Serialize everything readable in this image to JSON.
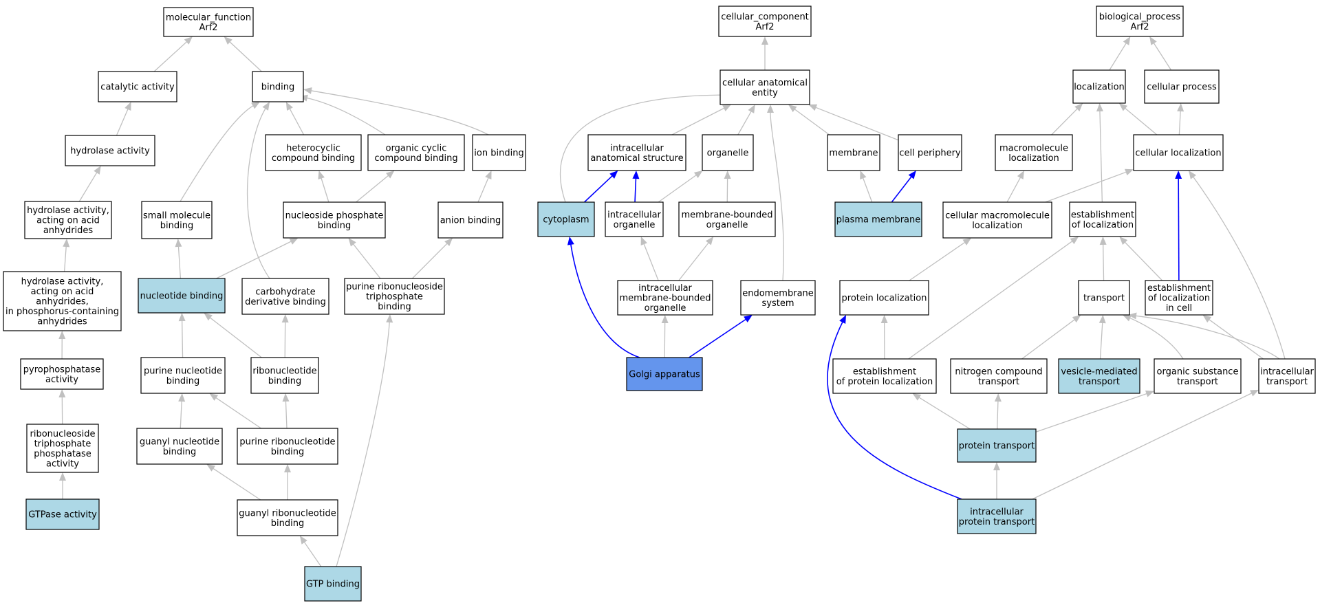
{
  "colors": {
    "plain": "#ffffff",
    "annotated": "#add8e6",
    "focus": "#6495ed",
    "edge": "#c0c0c0",
    "edge_highlight": "#0000ff"
  },
  "nodes": [
    {
      "id": "mf",
      "label": "molecular_function\nArf2",
      "style": "plain"
    },
    {
      "id": "catalytic",
      "label": "catalytic activity",
      "style": "plain"
    },
    {
      "id": "binding",
      "label": "binding",
      "style": "plain"
    },
    {
      "id": "hydrolase",
      "label": "hydrolase activity",
      "style": "plain"
    },
    {
      "id": "hyd_acid",
      "label": "hydrolase activity,\nacting on acid\nanhydrides",
      "style": "plain"
    },
    {
      "id": "hyd_phos",
      "label": "hydrolase activity,\nacting on acid\nanhydrides,\nin phosphorus-containing\nanhydrides",
      "style": "plain"
    },
    {
      "id": "pyro",
      "label": "pyrophosphatase\nactivity",
      "style": "plain"
    },
    {
      "id": "rntp",
      "label": "ribonucleoside\ntriphosphate\nphosphatase\nactivity",
      "style": "plain"
    },
    {
      "id": "gtpase",
      "label": "GTPase activity",
      "style": "annotated"
    },
    {
      "id": "small",
      "label": "small molecule\nbinding",
      "style": "plain"
    },
    {
      "id": "hetero",
      "label": "heterocyclic\ncompound binding",
      "style": "plain"
    },
    {
      "id": "orgcyc",
      "label": "organic cyclic\ncompound binding",
      "style": "plain"
    },
    {
      "id": "ion",
      "label": "ion binding",
      "style": "plain"
    },
    {
      "id": "nucphos",
      "label": "nucleoside phosphate\nbinding",
      "style": "plain"
    },
    {
      "id": "anion",
      "label": "anion binding",
      "style": "plain"
    },
    {
      "id": "nucbind",
      "label": "nucleotide binding",
      "style": "annotated"
    },
    {
      "id": "carb",
      "label": "carbohydrate\nderivative binding",
      "style": "plain"
    },
    {
      "id": "prntp",
      "label": "purine ribonucleoside\ntriphosphate\nbinding",
      "style": "plain"
    },
    {
      "id": "purnuc",
      "label": "purine nucleotide\nbinding",
      "style": "plain"
    },
    {
      "id": "ribonuc",
      "label": "ribonucleotide\nbinding",
      "style": "plain"
    },
    {
      "id": "guanyl",
      "label": "guanyl nucleotide\nbinding",
      "style": "plain"
    },
    {
      "id": "purribo",
      "label": "purine ribonucleotide\nbinding",
      "style": "plain"
    },
    {
      "id": "guanribo",
      "label": "guanyl ribonucleotide\nbinding",
      "style": "plain"
    },
    {
      "id": "gtpb",
      "label": "GTP binding",
      "style": "annotated"
    },
    {
      "id": "cc",
      "label": "cellular_component\nArf2",
      "style": "plain"
    },
    {
      "id": "cae",
      "label": "cellular anatomical\nentity",
      "style": "plain"
    },
    {
      "id": "ias",
      "label": "intracellular\nanatomical structure",
      "style": "plain"
    },
    {
      "id": "organelle",
      "label": "organelle",
      "style": "plain"
    },
    {
      "id": "membrane",
      "label": "membrane",
      "style": "plain"
    },
    {
      "id": "cellper",
      "label": "cell periphery",
      "style": "plain"
    },
    {
      "id": "cytoplasm",
      "label": "cytoplasm",
      "style": "annotated"
    },
    {
      "id": "intorg",
      "label": "intracellular\norganelle",
      "style": "plain"
    },
    {
      "id": "mbo",
      "label": "membrane-bounded\norganelle",
      "style": "plain"
    },
    {
      "id": "pm",
      "label": "plasma membrane",
      "style": "annotated"
    },
    {
      "id": "imbo",
      "label": "intracellular\nmembrane-bounded\norganelle",
      "style": "plain"
    },
    {
      "id": "endo",
      "label": "endomembrane\nsystem",
      "style": "plain"
    },
    {
      "id": "golgi",
      "label": "Golgi apparatus",
      "style": "focus"
    },
    {
      "id": "bp",
      "label": "biological_process\nArf2",
      "style": "plain"
    },
    {
      "id": "loc",
      "label": "localization",
      "style": "plain"
    },
    {
      "id": "cellproc",
      "label": "cellular process",
      "style": "plain"
    },
    {
      "id": "macroloc",
      "label": "macromolecule\nlocalization",
      "style": "plain"
    },
    {
      "id": "cellloc",
      "label": "cellular localization",
      "style": "plain"
    },
    {
      "id": "cmacroloc",
      "label": "cellular macromolecule\nlocalization",
      "style": "plain"
    },
    {
      "id": "estloc",
      "label": "establishment\nof localization",
      "style": "plain"
    },
    {
      "id": "protloc",
      "label": "protein localization",
      "style": "plain"
    },
    {
      "id": "transport",
      "label": "transport",
      "style": "plain"
    },
    {
      "id": "estlocell",
      "label": "establishment\nof localization\nin cell",
      "style": "plain"
    },
    {
      "id": "estprot",
      "label": "establishment\nof protein localization",
      "style": "plain"
    },
    {
      "id": "nitro",
      "label": "nitrogen compound\ntransport",
      "style": "plain"
    },
    {
      "id": "vesicle",
      "label": "vesicle-mediated\ntransport",
      "style": "annotated"
    },
    {
      "id": "orgsub",
      "label": "organic substance\ntransport",
      "style": "plain"
    },
    {
      "id": "inttrans",
      "label": "intracellular\ntransport",
      "style": "plain"
    },
    {
      "id": "prottrans",
      "label": "protein transport",
      "style": "annotated"
    },
    {
      "id": "intprot",
      "label": "intracellular\nprotein transport",
      "style": "annotated"
    }
  ],
  "edges": [
    {
      "from": "catalytic",
      "to": "mf"
    },
    {
      "from": "binding",
      "to": "mf"
    },
    {
      "from": "hydrolase",
      "to": "catalytic"
    },
    {
      "from": "hyd_acid",
      "to": "hydrolase"
    },
    {
      "from": "hyd_phos",
      "to": "hyd_acid"
    },
    {
      "from": "pyro",
      "to": "hyd_phos"
    },
    {
      "from": "rntp",
      "to": "pyro"
    },
    {
      "from": "gtpase",
      "to": "rntp"
    },
    {
      "from": "small",
      "to": "binding"
    },
    {
      "from": "hetero",
      "to": "binding"
    },
    {
      "from": "orgcyc",
      "to": "binding"
    },
    {
      "from": "ion",
      "to": "binding"
    },
    {
      "from": "carb",
      "to": "binding"
    },
    {
      "from": "nucphos",
      "to": "hetero"
    },
    {
      "from": "nucphos",
      "to": "orgcyc"
    },
    {
      "from": "anion",
      "to": "ion"
    },
    {
      "from": "nucbind",
      "to": "small"
    },
    {
      "from": "nucbind",
      "to": "nucphos"
    },
    {
      "from": "prntp",
      "to": "nucphos"
    },
    {
      "from": "prntp",
      "to": "anion"
    },
    {
      "from": "purnuc",
      "to": "nucbind"
    },
    {
      "from": "ribonuc",
      "to": "nucbind"
    },
    {
      "from": "ribonuc",
      "to": "carb"
    },
    {
      "from": "guanyl",
      "to": "purnuc"
    },
    {
      "from": "purribo",
      "to": "purnuc"
    },
    {
      "from": "purribo",
      "to": "ribonuc"
    },
    {
      "from": "guanribo",
      "to": "guanyl"
    },
    {
      "from": "guanribo",
      "to": "purribo"
    },
    {
      "from": "gtpb",
      "to": "guanribo"
    },
    {
      "from": "gtpb",
      "to": "prntp"
    },
    {
      "from": "cae",
      "to": "cc"
    },
    {
      "from": "ias",
      "to": "cae"
    },
    {
      "from": "organelle",
      "to": "cae"
    },
    {
      "from": "membrane",
      "to": "cae"
    },
    {
      "from": "cellper",
      "to": "cae"
    },
    {
      "from": "cytoplasm",
      "to": "cae"
    },
    {
      "from": "endo",
      "to": "cae"
    },
    {
      "from": "cytoplasm",
      "to": "ias",
      "highlight": true
    },
    {
      "from": "intorg",
      "to": "ias",
      "highlight": true
    },
    {
      "from": "intorg",
      "to": "organelle"
    },
    {
      "from": "mbo",
      "to": "organelle"
    },
    {
      "from": "pm",
      "to": "membrane"
    },
    {
      "from": "pm",
      "to": "cellper",
      "highlight": true
    },
    {
      "from": "imbo",
      "to": "intorg"
    },
    {
      "from": "imbo",
      "to": "mbo"
    },
    {
      "from": "golgi",
      "to": "cytoplasm",
      "highlight": true
    },
    {
      "from": "golgi",
      "to": "imbo"
    },
    {
      "from": "golgi",
      "to": "endo",
      "highlight": true
    },
    {
      "from": "loc",
      "to": "bp"
    },
    {
      "from": "cellproc",
      "to": "bp"
    },
    {
      "from": "macroloc",
      "to": "loc"
    },
    {
      "from": "cellloc",
      "to": "loc"
    },
    {
      "from": "cellloc",
      "to": "cellproc"
    },
    {
      "from": "estloc",
      "to": "loc"
    },
    {
      "from": "cmacroloc",
      "to": "macroloc"
    },
    {
      "from": "cmacroloc",
      "to": "cellloc"
    },
    {
      "from": "protloc",
      "to": "cmacroloc"
    },
    {
      "from": "transport",
      "to": "estloc"
    },
    {
      "from": "estlocell",
      "to": "estloc"
    },
    {
      "from": "estlocell",
      "to": "cellloc",
      "highlight": true
    },
    {
      "from": "estprot",
      "to": "protloc"
    },
    {
      "from": "estprot",
      "to": "estloc"
    },
    {
      "from": "nitro",
      "to": "transport"
    },
    {
      "from": "vesicle",
      "to": "transport"
    },
    {
      "from": "orgsub",
      "to": "transport"
    },
    {
      "from": "inttrans",
      "to": "transport"
    },
    {
      "from": "inttrans",
      "to": "estlocell"
    },
    {
      "from": "inttrans",
      "to": "cellloc"
    },
    {
      "from": "prottrans",
      "to": "estprot"
    },
    {
      "from": "prottrans",
      "to": "nitro"
    },
    {
      "from": "prottrans",
      "to": "orgsub"
    },
    {
      "from": "intprot",
      "to": "prottrans"
    },
    {
      "from": "intprot",
      "to": "inttrans"
    },
    {
      "from": "intprot",
      "to": "protloc",
      "highlight": true
    }
  ]
}
